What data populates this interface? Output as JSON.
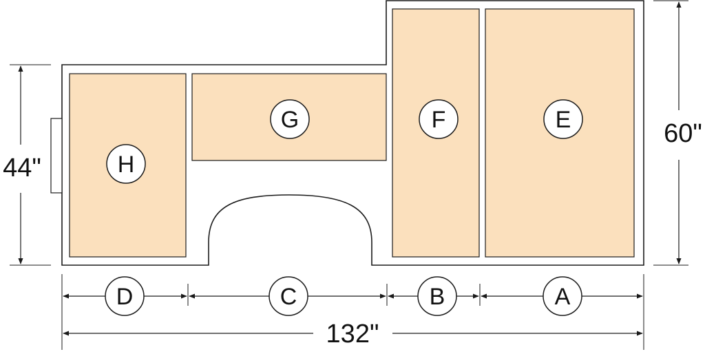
{
  "panels": {
    "E": "E",
    "F": "F",
    "G": "G",
    "H": "H"
  },
  "segments": {
    "A": "A",
    "B": "B",
    "C": "C",
    "D": "D"
  },
  "dimensions": {
    "total_width": "132\"",
    "left_height": "44\"",
    "right_height": "60\""
  },
  "colors": {
    "panel_fill": "#fbe0bd",
    "outline": "#1a1a1a"
  }
}
